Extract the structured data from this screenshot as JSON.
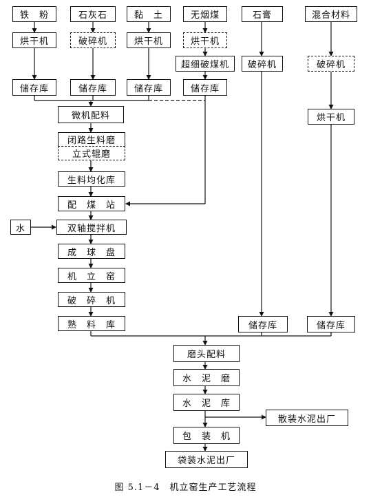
{
  "caption": "图 5.1－4　机立窑生产工艺流程",
  "raw_materials": {
    "iron_powder": "铁　粉",
    "limestone": "石灰石",
    "clay": "黏　土",
    "anthracite": "无烟煤",
    "gypsum": "石膏",
    "mixed_material": "混合材料"
  },
  "processing": {
    "dryer": "烘干机",
    "crusher": "破碎机",
    "ultrafine_coal_crusher": "超细破煤机",
    "storage": "储存库"
  },
  "kiln_line": {
    "micro_batching": "微机配料",
    "closed_circuit_mill": "闭路生料磨",
    "vertical_roller_mill": "立式辊磨",
    "homogenization_silo": "生料均化库",
    "coal_station": "配　煤　站",
    "water": "水",
    "twin_shaft_mixer": "双轴搅拌机",
    "pelletizer": "成　球　盘",
    "shaft_kiln": "机　立　窑",
    "clinker_crusher": "破　碎　机",
    "clinker_silo": "熟　料　库"
  },
  "finish_line": {
    "mill_head_batching": "磨头配料",
    "cement_mill": "水　泥　磨",
    "cement_silo": "水　泥　库",
    "bulk_cement_out": "散装水泥出厂",
    "packing_machine": "包　装　机",
    "bagged_cement_out": "袋装水泥出厂"
  }
}
